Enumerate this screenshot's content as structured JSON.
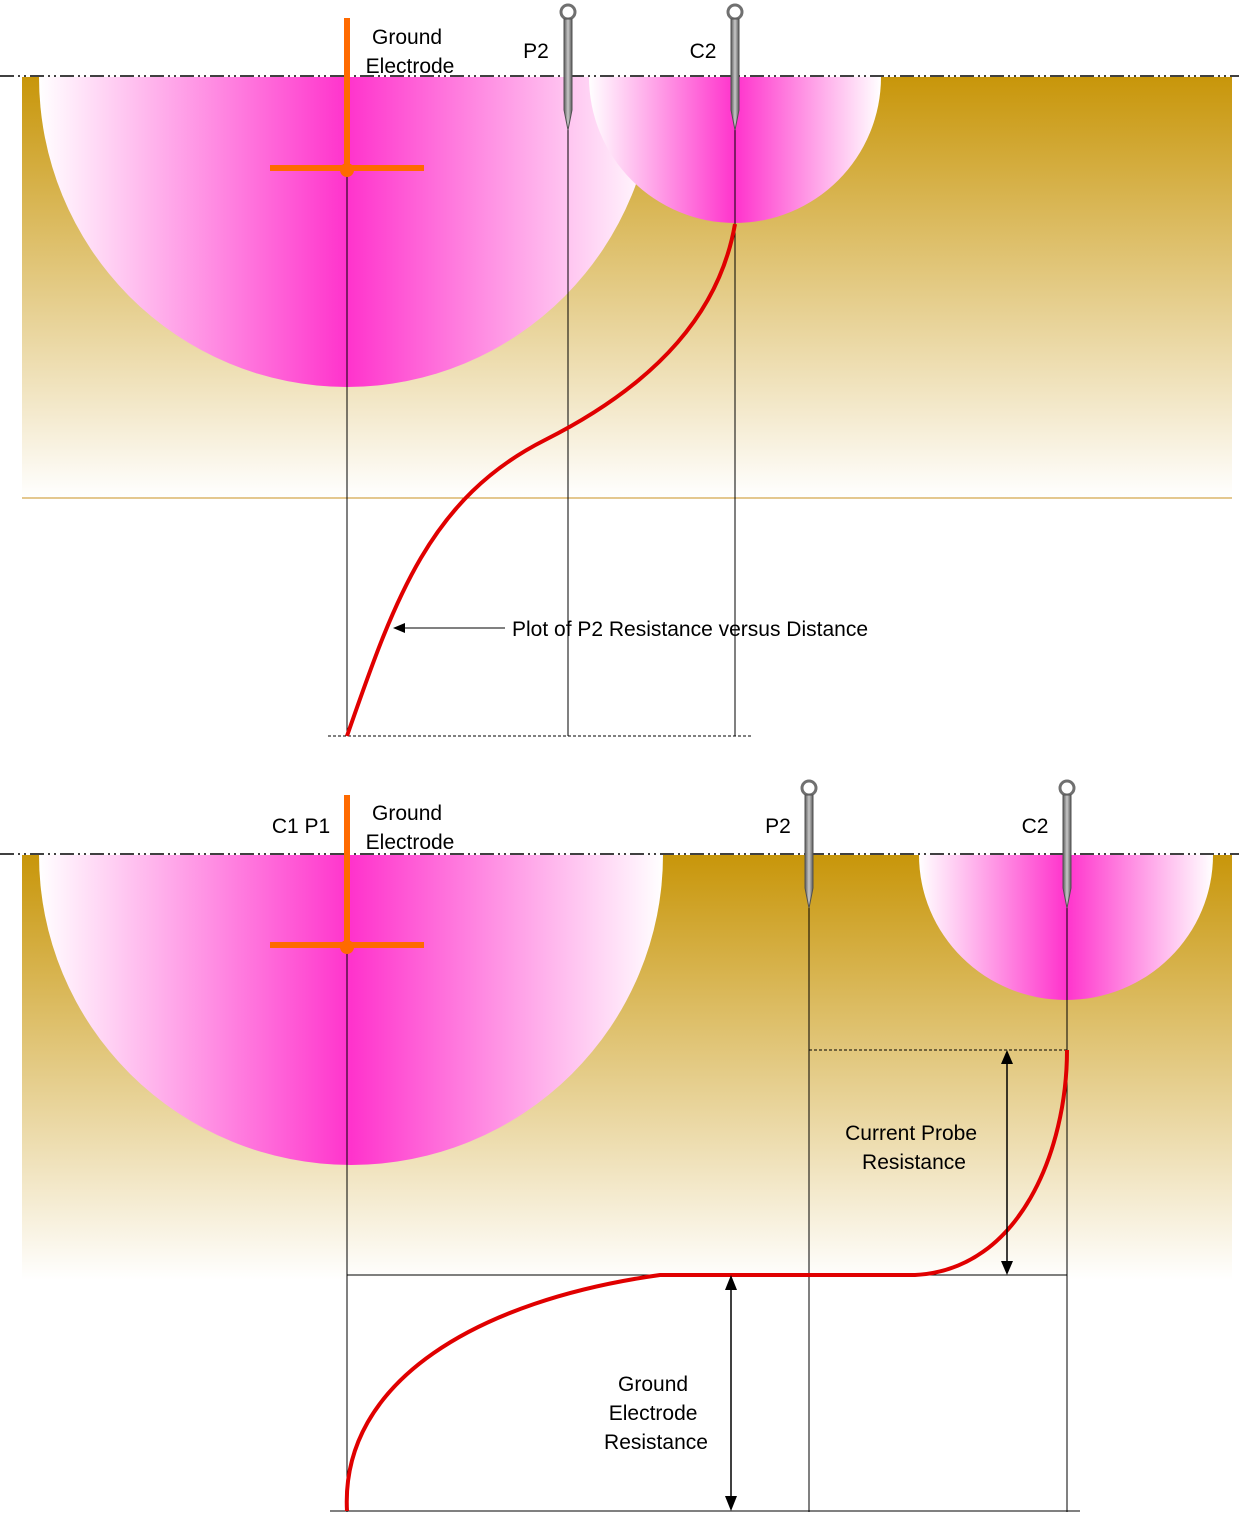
{
  "colors": {
    "soil_top": "#c8960a",
    "soil_bottom": "#ffffff",
    "sphere_core": "#ff33cc",
    "sphere_edge": "#ffffff",
    "electrode": "#ff6a00",
    "curve": "#e00000",
    "probe": "#8c8c8c"
  },
  "top_panel": {
    "ground_electrode_label": [
      "Ground",
      "Electrode"
    ],
    "p2_label": "P2",
    "c2_label": "C2",
    "curve_annotation": "Plot of P2 Resistance versus Distance"
  },
  "bottom_panel": {
    "c1p1_label": "C1 P1",
    "ground_electrode_label": [
      "Ground",
      "Electrode"
    ],
    "p2_label": "P2",
    "c2_label": "C2",
    "current_probe_resistance_label": [
      "Current Probe",
      "Resistance"
    ],
    "ground_electrode_resistance_label": [
      "Ground",
      "Electrode",
      "Resistance"
    ]
  }
}
